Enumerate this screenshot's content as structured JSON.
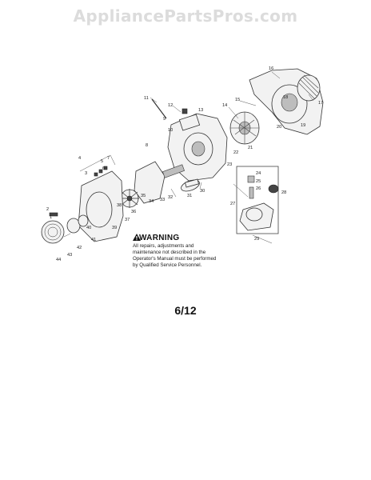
{
  "watermark": "AppliancePartsPros.com",
  "warning": {
    "title": "WARNING",
    "body": "All repairs, adjustments and maintenance not described in the Operator's Manual must be performed by Qualified Service Personnel."
  },
  "page_number": "6/12",
  "callouts": [
    "1",
    "2",
    "3",
    "4",
    "5",
    "6",
    "7",
    "8",
    "9",
    "10",
    "11",
    "12",
    "13",
    "14",
    "15",
    "16",
    "17",
    "18",
    "19",
    "20",
    "21",
    "22",
    "23",
    "24",
    "25",
    "26",
    "27",
    "28",
    "29",
    "30",
    "31",
    "32",
    "33",
    "34",
    "35",
    "36",
    "37",
    "38",
    "39",
    "40",
    "41",
    "42",
    "43",
    "44"
  ]
}
